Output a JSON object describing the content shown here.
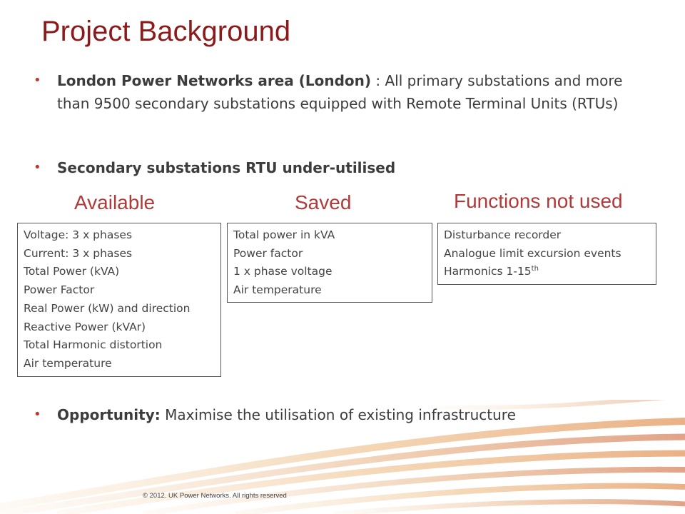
{
  "title": "Project Background",
  "bullets": {
    "b1_bold": "London Power Networks area (London)",
    "b1_text": " : All primary substations and more than 9500 secondary substations equipped with Remote Terminal Units (RTUs)",
    "b2_bold": "Secondary substations RTU under-utilised",
    "b3_bold": "Opportunity:",
    "b3_text": " Maximise the utilisation of existing infrastructure"
  },
  "columns": {
    "available": {
      "heading": "Available",
      "items": [
        "Voltage: 3 x phases",
        "Current: 3 x phases",
        "Total Power (kVA)",
        "Power Factor",
        "Real Power (kW) and direction",
        "Reactive Power (kVAr)",
        "Total Harmonic distortion",
        "Air temperature"
      ]
    },
    "saved": {
      "heading": "Saved",
      "items": [
        "Total power in kVA",
        "Power factor",
        "1 x phase voltage",
        "Air temperature"
      ]
    },
    "not_used": {
      "heading": "Functions not used",
      "items": [
        "Disturbance recorder",
        "Analogue limit excursion events",
        "Harmonics 1-15"
      ],
      "harmonics_sup": "th"
    }
  },
  "footer": {
    "copyright": "© 2012. UK Power Networks. All rights reserved"
  },
  "colors": {
    "title": "#8b1a1a",
    "heading": "#b03a3a",
    "bullet": "#c0392b"
  }
}
